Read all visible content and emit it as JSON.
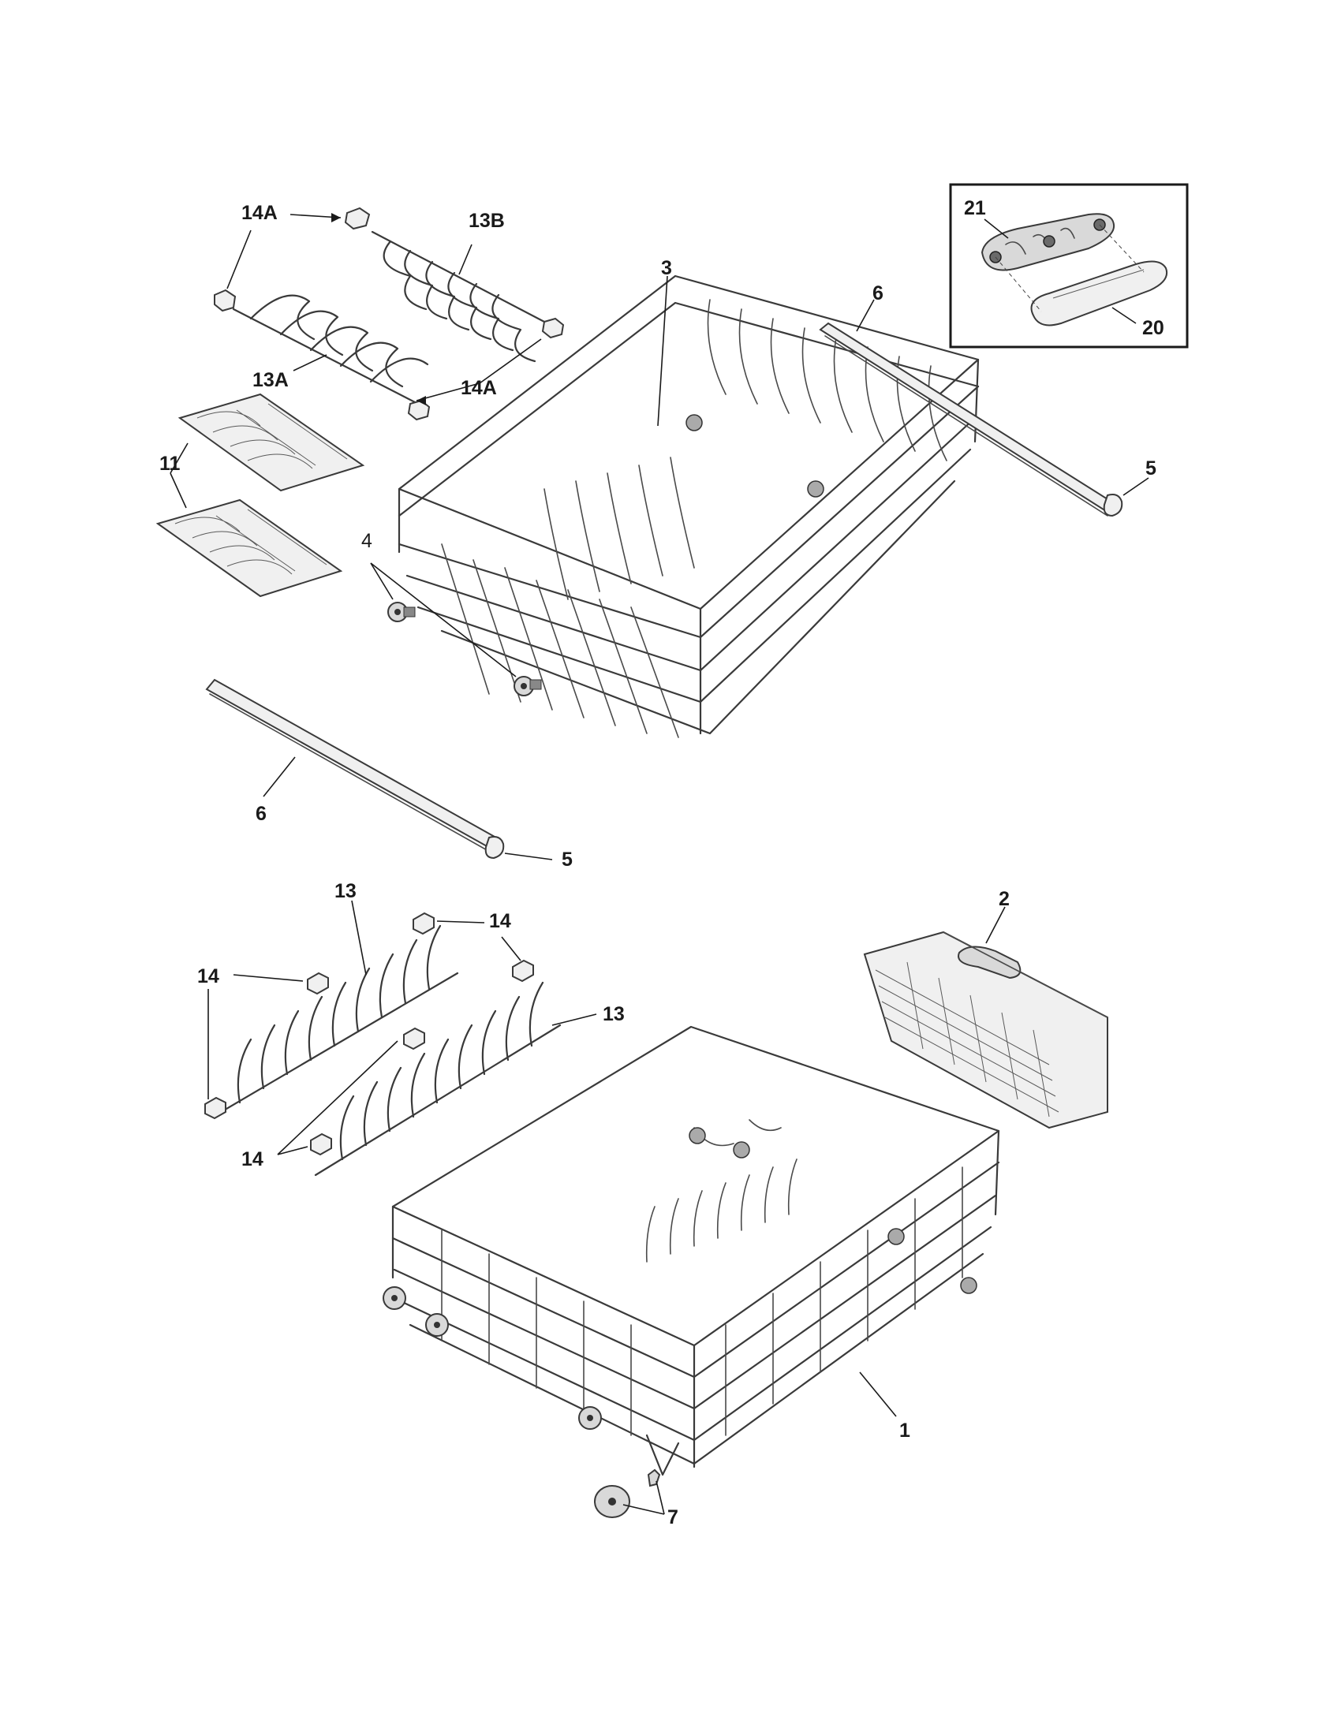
{
  "diagram": {
    "labels": {
      "l14a_top": "14A",
      "l13b": "13B",
      "l3": "3",
      "l6_top": "6",
      "l21": "21",
      "l20": "20",
      "l13a": "13A",
      "l14a_mid": "14A",
      "l11": "11",
      "l4": "4",
      "l5_top": "5",
      "l6_bottom": "6",
      "l5_bottom": "5",
      "l13_left": "13",
      "l14_topright": "14",
      "l2": "2",
      "l14_left": "14",
      "l14_right": "14",
      "l13_right": "13",
      "l14_bottom": "14",
      "l1": "1",
      "l7": "7"
    },
    "parts": [
      "14A-clip",
      "13B-tine-row",
      "3-upper-rack",
      "6-track",
      "21-bracket",
      "20-cover",
      "13A-tine-row",
      "11-insert",
      "4-roller",
      "5-end-cap",
      "13-fold-down-tines",
      "14-clip",
      "2-silverware-basket",
      "1-lower-rack",
      "7-wheel"
    ]
  }
}
